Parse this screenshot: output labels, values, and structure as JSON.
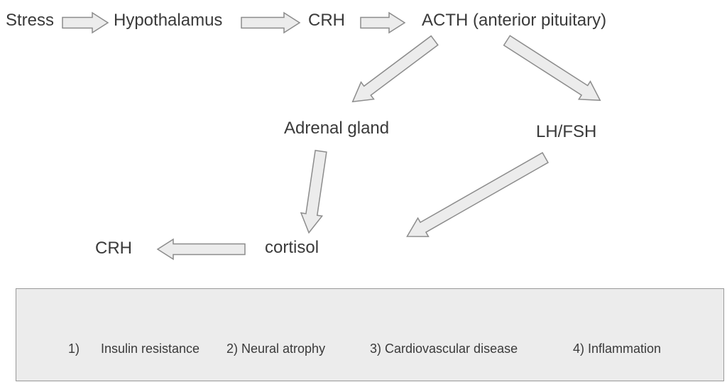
{
  "nodes": {
    "stress": "Stress",
    "hypothalamus": "Hypothalamus",
    "crh_top": "CRH",
    "acth": "ACTH (anterior pituitary)",
    "adrenal_gland": "Adrenal gland",
    "lh_fsh": "LH/FSH",
    "cortisol": "cortisol",
    "crh_feedback": "CRH"
  },
  "box_items": [
    "1)",
    "Insulin resistance",
    "2) Neural atrophy",
    "3) Cardiovascular disease",
    "4) Inflammation"
  ],
  "colors": {
    "arrow_fill": "#ececec",
    "arrow_stroke": "#8c8c8c",
    "box_fill": "#ececec",
    "box_border": "#999999",
    "text_color": "#3a3a3a"
  }
}
